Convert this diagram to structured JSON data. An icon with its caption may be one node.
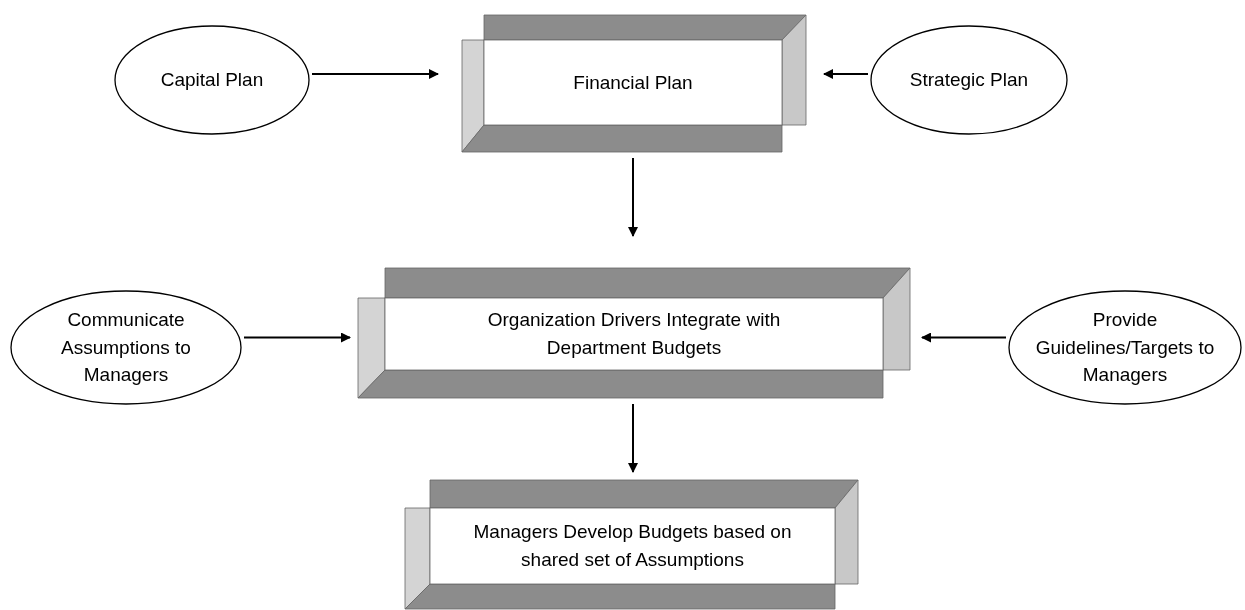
{
  "diagram": {
    "nodes": [
      {
        "text": [
          "Capital Plan"
        ]
      },
      {
        "text": [
          "Financial Plan"
        ]
      },
      {
        "text": [
          "Strategic Plan"
        ]
      },
      {
        "text": [
          "Communicate Assumptions to Managers"
        ]
      },
      {
        "text": [
          "Organization Drivers Integrate with Department Budgets"
        ]
      },
      {
        "text": [
          "Provide Guidelines/Targets to Managers"
        ]
      },
      {
        "text": [
          "Managers Develop Budgets based on shared set of Assumptions"
        ]
      }
    ],
    "edges": [
      {
        "from": 0,
        "to": 1,
        "arrow": "to"
      },
      {
        "from": 2,
        "to": 1,
        "arrow": "to"
      },
      {
        "from": 1,
        "to": 4,
        "arrow": "to"
      },
      {
        "from": 3,
        "to": 4,
        "arrow": "to"
      },
      {
        "from": 5,
        "to": 4,
        "arrow": "to"
      },
      {
        "from": 4,
        "to": 6,
        "arrow": "to"
      }
    ]
  }
}
